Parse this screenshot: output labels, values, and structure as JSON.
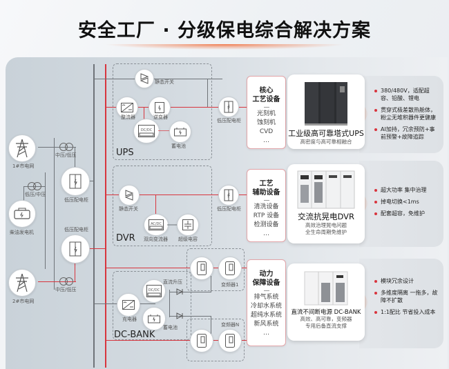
{
  "title": "安全工厂 · 分级保电综合解决方案",
  "sources": {
    "grid1": "1#市电网",
    "grid2": "2#市电网",
    "generator": "柴油发电机",
    "transformer_mv_lv": "中压/低压",
    "transformer_lv_mv": "低压/中压",
    "lv_cabinet": "低压配电柜"
  },
  "ups_group": {
    "label": "UPS",
    "static_switch": "静态开关",
    "rectifier": "整流器",
    "inverter": "逆变器",
    "battery": "蓄电池",
    "dcdc_glyph": "DC/DC",
    "output_cabinet": "低压配电柜"
  },
  "dvr_group": {
    "label": "DVR",
    "static_switch": "静态开关",
    "bidirectional_converter": "双向变流器",
    "supercapacitor": "超级电容",
    "acdc_glyph": "AC/DC",
    "output_cabinet": "低压配电柜"
  },
  "dcbank_group": {
    "label": "DC-BANK",
    "charger": "充电器",
    "battery": "蓄电池",
    "dc_boost": "直流升压",
    "dcdc_glyph": "DC/DC",
    "vfd1": "变频器1",
    "vfdN": "变频器N"
  },
  "rows": [
    {
      "category_title": [
        "核心",
        "工艺设备"
      ],
      "category_items": [
        "光刻机",
        "蚀刻机",
        "CVD",
        "…"
      ],
      "product_name": "工业级高可靠塔式UPS",
      "product_sub": [
        "高密度与高可靠相融合"
      ],
      "features": [
        "380/480V，适配超容、铅酸、锂电",
        "贯穿式极差散热舱体，粉尘无堆积器件更健康",
        "AI加持，冗余预防+事前预警+故障追踪"
      ]
    },
    {
      "category_title": [
        "工艺",
        "辅助设备"
      ],
      "category_items": [
        "清洗设备",
        "RTP 设备",
        "检测设备",
        "…"
      ],
      "product_name": "交流抗晃电DVR",
      "product_sub": [
        "高效治理晃电问题",
        "全生命周期免维护"
      ],
      "features": [
        "超大功率 集中治理",
        "掉电切换<1ms",
        "配套超容，免维护"
      ]
    },
    {
      "category_title": [
        "动力",
        "保障设备"
      ],
      "category_items": [
        "排气系统",
        "冷却水系统",
        "超纯水系统",
        "新风系统",
        "…"
      ],
      "product_name": "直流不间断电源  DC-BANK",
      "product_sub": [
        "高效、高可靠，变频器",
        "专用后备直流支撑"
      ],
      "features": [
        "模块冗余设计",
        "多维度隔离 一拖多，故障不扩散",
        "1:1配比 节省投入成本"
      ]
    }
  ],
  "colors": {
    "accent": "#d8343d",
    "bus_gray": "#6e7378",
    "panel": "#cfd7dd"
  }
}
